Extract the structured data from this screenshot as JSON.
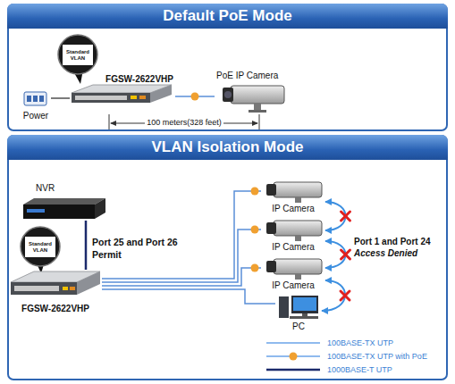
{
  "diagram": {
    "nodes": [
      {
        "text": [
          "Default PoE Mode"
        ]
      },
      {
        "text": [
          "Power"
        ],
        "in": 0
      },
      {
        "text": [
          "FGSW-2622VHP"
        ],
        "in": 0
      },
      {
        "text": [
          "PoE IP Camera"
        ],
        "in": 0
      },
      {
        "text": [
          "VLAN Isolation Mode"
        ]
      },
      {
        "text": [
          "NVR"
        ],
        "in": 4
      },
      {
        "text": [
          "FGSW-2622VHP"
        ],
        "in": 4
      },
      {
        "text": [
          "IP Camera"
        ],
        "in": 4
      },
      {
        "text": [
          "IP Camera"
        ],
        "in": 4
      },
      {
        "text": [
          "IP Camera"
        ],
        "in": 4
      },
      {
        "text": [
          "PC"
        ],
        "in": 4
      }
    ],
    "edges": [
      {
        "from": 1,
        "to": 2,
        "arrow": "none"
      },
      {
        "from": 2,
        "to": 3,
        "arrow": "none"
      },
      {
        "from": 5,
        "to": 6,
        "arrow": "none"
      },
      {
        "from": 6,
        "to": 7,
        "arrow": "none"
      },
      {
        "from": 6,
        "to": 8,
        "arrow": "none"
      },
      {
        "from": 6,
        "to": 9,
        "arrow": "none"
      },
      {
        "from": 6,
        "to": 10,
        "arrow": "none"
      },
      {
        "from": 7,
        "to": 8,
        "arrow": "both"
      },
      {
        "from": 8,
        "to": 9,
        "arrow": "both"
      },
      {
        "from": 9,
        "to": 10,
        "arrow": "both"
      }
    ],
    "labels": [
      "Standard VLAN",
      "100 meters(328 feet)",
      "Standard VLAN",
      "Port 25 and Port 26 Permit",
      "Port 1 and Port 24",
      "Access Denied"
    ],
    "legend": [
      {
        "text": "100BASE-TX UTP"
      },
      {
        "text": "100BASE-TX UTP with PoE"
      },
      {
        "text": "1000BASE-T UTP"
      }
    ]
  }
}
